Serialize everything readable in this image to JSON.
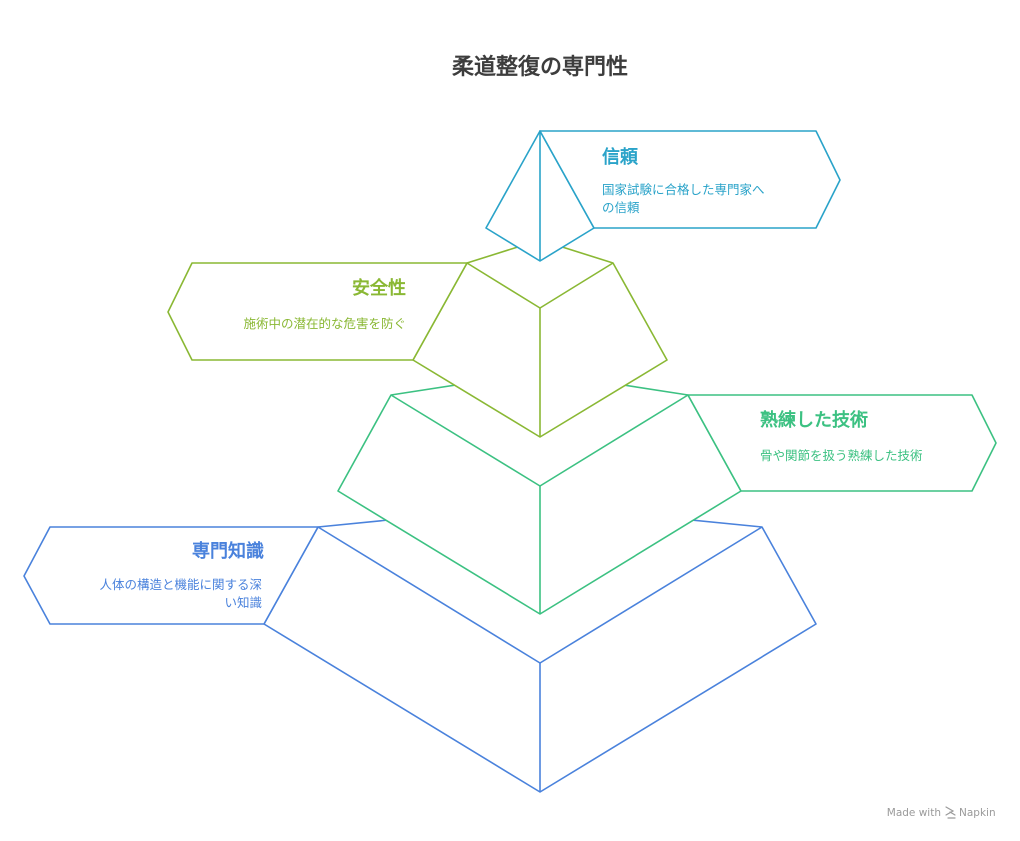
{
  "title": "柔道整復の専門性",
  "levels": [
    {
      "title": "信頼",
      "description_lines": [
        "国家試験に合格した専門家へ",
        "の信頼"
      ],
      "color": "#2aa3c9"
    },
    {
      "title": "安全性",
      "description_lines": [
        "施術中の潜在的な危害を防ぐ"
      ],
      "color": "#8ab834"
    },
    {
      "title": "熟練した技術",
      "description_lines": [
        "骨や関節を扱う熟練した技術"
      ],
      "color": "#3cc182"
    },
    {
      "title": "専門知識",
      "description_lines": [
        "人体の構造と機能に関する深",
        "い知識"
      ],
      "color": "#4a82dc"
    }
  ],
  "watermark": {
    "prefix": "Made with",
    "brand": "Napkin",
    "icon": "napkin-logo-icon",
    "color": "#9a9a9a"
  }
}
